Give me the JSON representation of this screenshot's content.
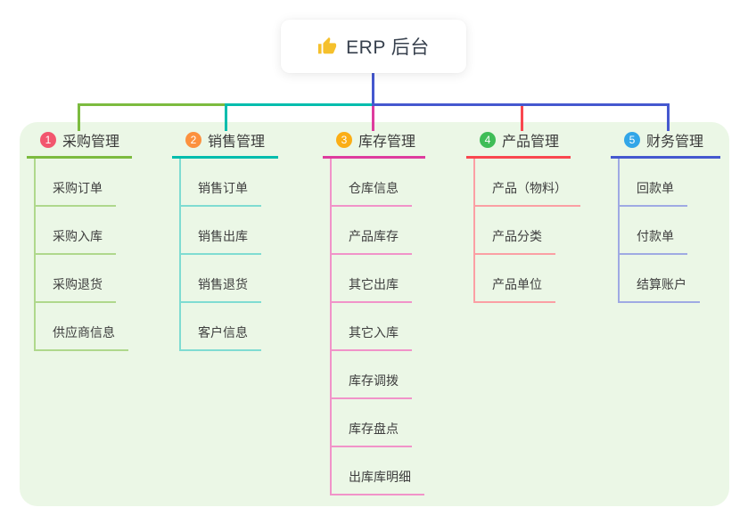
{
  "root": {
    "label": "ERP 后台",
    "icon": "thumbs-up-icon",
    "icon_color": "#F5C02C",
    "link_color": "#4558CF"
  },
  "colors": {
    "panel": "#EBF7E6",
    "page_background": "#FFFFFF"
  },
  "branches": [
    {
      "badge": "1",
      "label": "采购管理",
      "colors": {
        "badge": "#F2566E",
        "line": "#7CBB3F",
        "line_light": "#AFD88C"
      },
      "children": [
        "采购订单",
        "采购入库",
        "采购退货",
        "供应商信息"
      ]
    },
    {
      "badge": "2",
      "label": "销售管理",
      "colors": {
        "badge": "#FC913E",
        "line": "#00BDAD",
        "line_light": "#7FDCD2"
      },
      "children": [
        "销售订单",
        "销售出库",
        "销售退货",
        "客户信息"
      ]
    },
    {
      "badge": "3",
      "label": "库存管理",
      "colors": {
        "badge": "#FBAE15",
        "line": "#DE3C9E",
        "line_light": "#F193C9"
      },
      "children": [
        "仓库信息",
        "产品库存",
        "其它出库",
        "其它入库",
        "库存调拨",
        "库存盘点",
        "出库库明细"
      ]
    },
    {
      "badge": "4",
      "label": "产品管理",
      "colors": {
        "badge": "#3FBD57",
        "line": "#F9474F",
        "line_light": "#FB9FA4"
      },
      "children": [
        "产品（物料）",
        "产品分类",
        "产品单位"
      ]
    },
    {
      "badge": "5",
      "label": "财务管理",
      "colors": {
        "badge": "#32A6E8",
        "line": "#4558CF",
        "line_light": "#9FAAE3"
      },
      "children": [
        "回款单",
        "付款单",
        "结算账户"
      ]
    }
  ]
}
